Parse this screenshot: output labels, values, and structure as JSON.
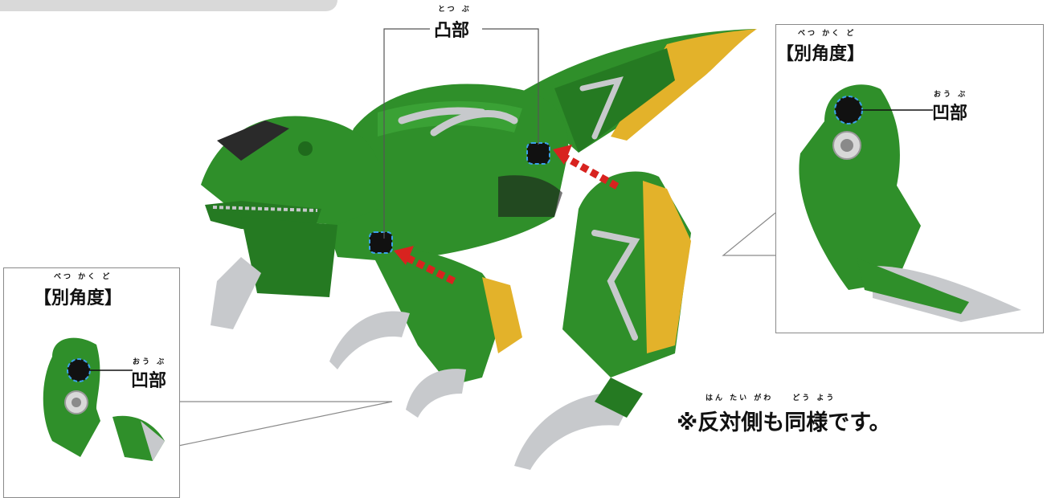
{
  "labels": {
    "convex": {
      "ruby": "とつ ぶ",
      "text": "凸部"
    },
    "concave_right": {
      "ruby": "おう ぶ",
      "text": "凹部"
    },
    "concave_left": {
      "ruby": "おう ぶ",
      "text": "凹部"
    },
    "other_angle_right": {
      "ruby": "べつ かく ど",
      "text": "【別角度】"
    },
    "other_angle_left": {
      "ruby": "べつ かく ど",
      "text": "【別角度】"
    },
    "note": {
      "ruby": "はん たい がわ　　どう よう",
      "text": "※反対側も同様です。"
    }
  },
  "colors": {
    "body_green": "#2f8f2a",
    "dark_green": "#1f6a1c",
    "gold": "#e3b22a",
    "silver": "#c7c9cc",
    "arrow_red": "#d8231f",
    "highlight_blue": "#3aa0e8"
  },
  "icons": [
    "arrow-right-icon",
    "joint-marker-icon"
  ]
}
